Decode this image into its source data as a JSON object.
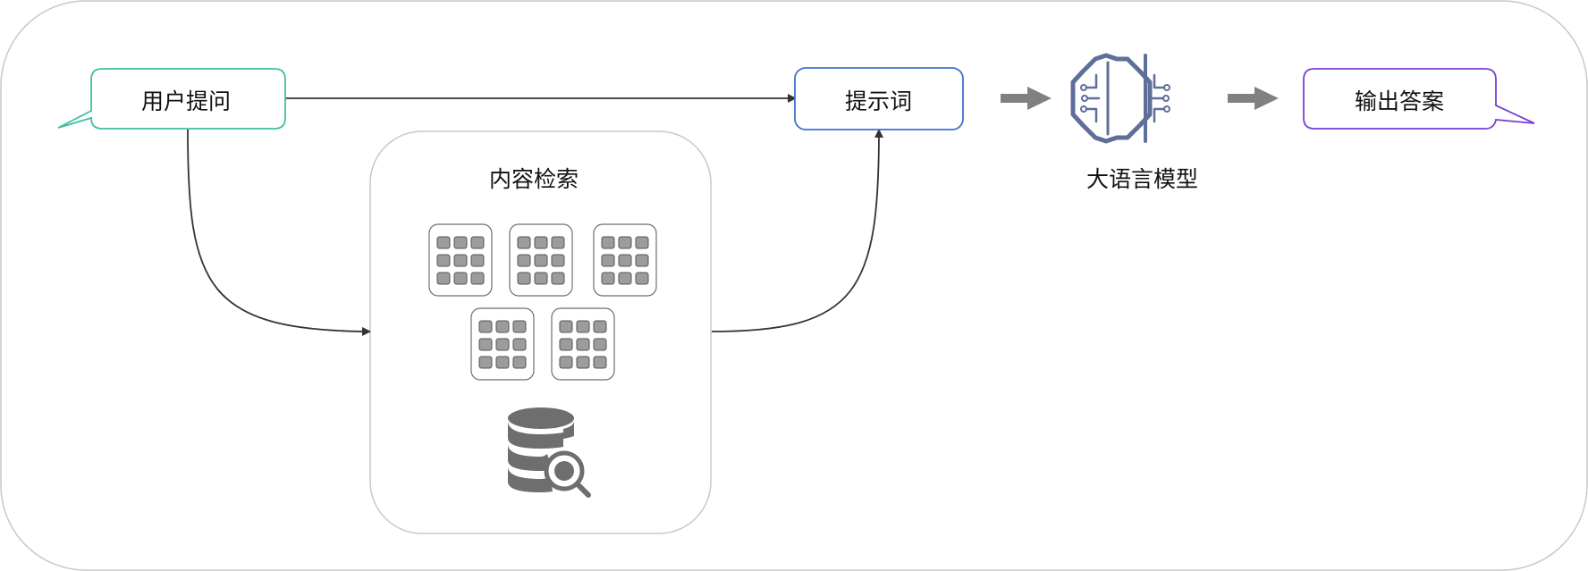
{
  "nodes": {
    "user_question": "用户提问",
    "prompt": "提示词",
    "content_retrieval": "内容检索",
    "llm": "大语言模型",
    "output_answer": "输出答案"
  },
  "icons": {
    "documents": "document-grid-icon",
    "database_search": "database-search-icon",
    "brain_circuit": "brain-circuit-icon"
  },
  "colors": {
    "user_question_border": "#3fbfa0",
    "prompt_border": "#3d6fd0",
    "output_border": "#7a3fd6",
    "llm_icon": "#5e6f99",
    "connector": "#333333",
    "flow_arrow": "#808080",
    "container_border": "#c8c8c8",
    "icon_gray": "#6e6e6e"
  }
}
